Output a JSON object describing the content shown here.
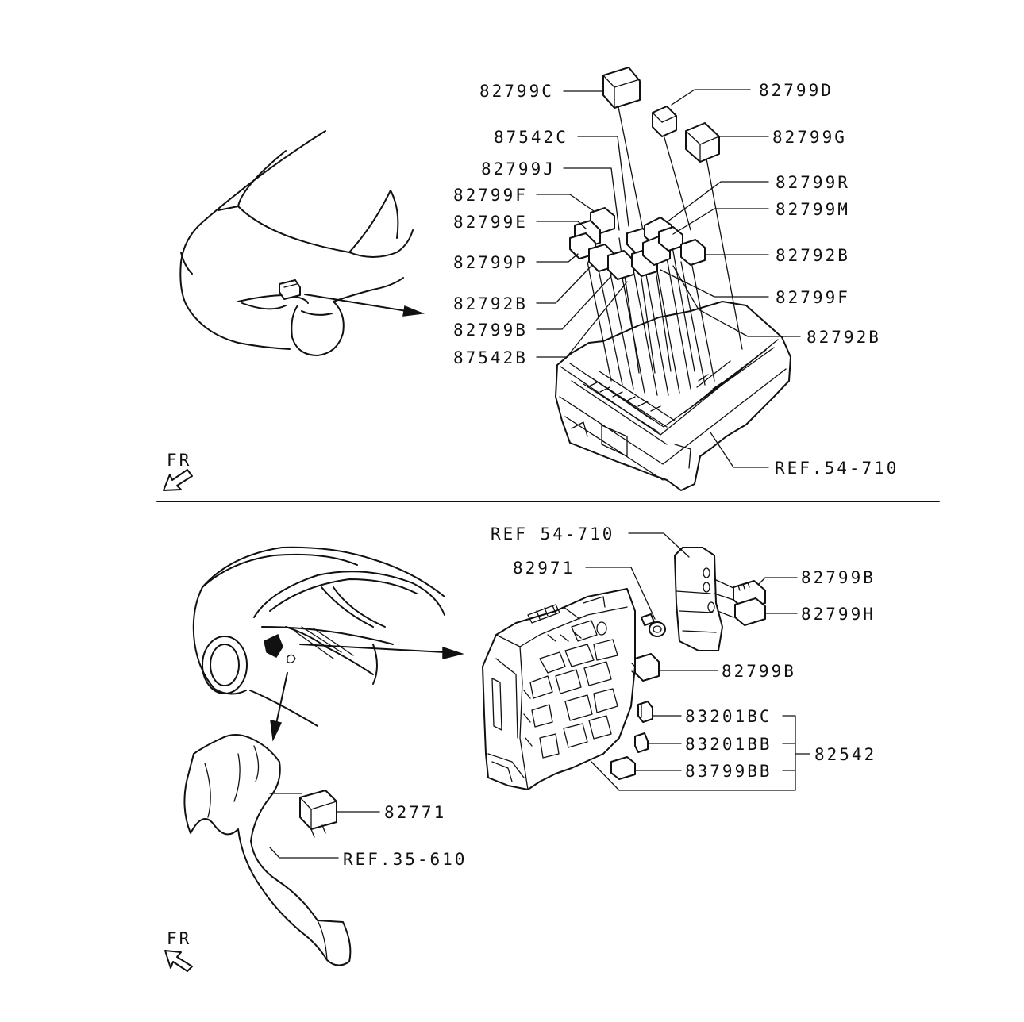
{
  "top_section": {
    "labels": [
      {
        "id": "part-82799c",
        "text": "82799C"
      },
      {
        "id": "part-82799d",
        "text": "82799D"
      },
      {
        "id": "part-87542c",
        "text": "87542C"
      },
      {
        "id": "part-82799g",
        "text": "82799G"
      },
      {
        "id": "part-82799j",
        "text": "82799J"
      },
      {
        "id": "part-82799r",
        "text": "82799R"
      },
      {
        "id": "part-82799f-left",
        "text": "82799F"
      },
      {
        "id": "part-82799m",
        "text": "82799M"
      },
      {
        "id": "part-82799e",
        "text": "82799E"
      },
      {
        "id": "part-82792b-right",
        "text": "82792B"
      },
      {
        "id": "part-82799p",
        "text": "82799P"
      },
      {
        "id": "part-82799f-right",
        "text": "82799F"
      },
      {
        "id": "part-82792b-left",
        "text": "82792B"
      },
      {
        "id": "part-82792b-box",
        "text": "82792B"
      },
      {
        "id": "part-82799b",
        "text": "82799B"
      },
      {
        "id": "part-87542b",
        "text": "87542B"
      },
      {
        "id": "ref-54-710",
        "text": "REF.54-710"
      }
    ],
    "fr_label": "FR"
  },
  "bottom_section": {
    "labels": [
      {
        "id": "ref-54-710-b",
        "text": "REF 54-710"
      },
      {
        "id": "part-82971",
        "text": "82971"
      },
      {
        "id": "part-82799b-upper",
        "text": "82799B"
      },
      {
        "id": "part-82799h",
        "text": "82799H"
      },
      {
        "id": "part-82799b-lower",
        "text": "82799B"
      },
      {
        "id": "part-83201bc",
        "text": "83201BC"
      },
      {
        "id": "part-83201bb",
        "text": "83201BB"
      },
      {
        "id": "part-82542",
        "text": "82542"
      },
      {
        "id": "part-83799bb",
        "text": "83799BB"
      },
      {
        "id": "part-82771",
        "text": "82771"
      },
      {
        "id": "ref-35-610",
        "text": "REF.35-610"
      }
    ],
    "fr_label": "FR"
  }
}
